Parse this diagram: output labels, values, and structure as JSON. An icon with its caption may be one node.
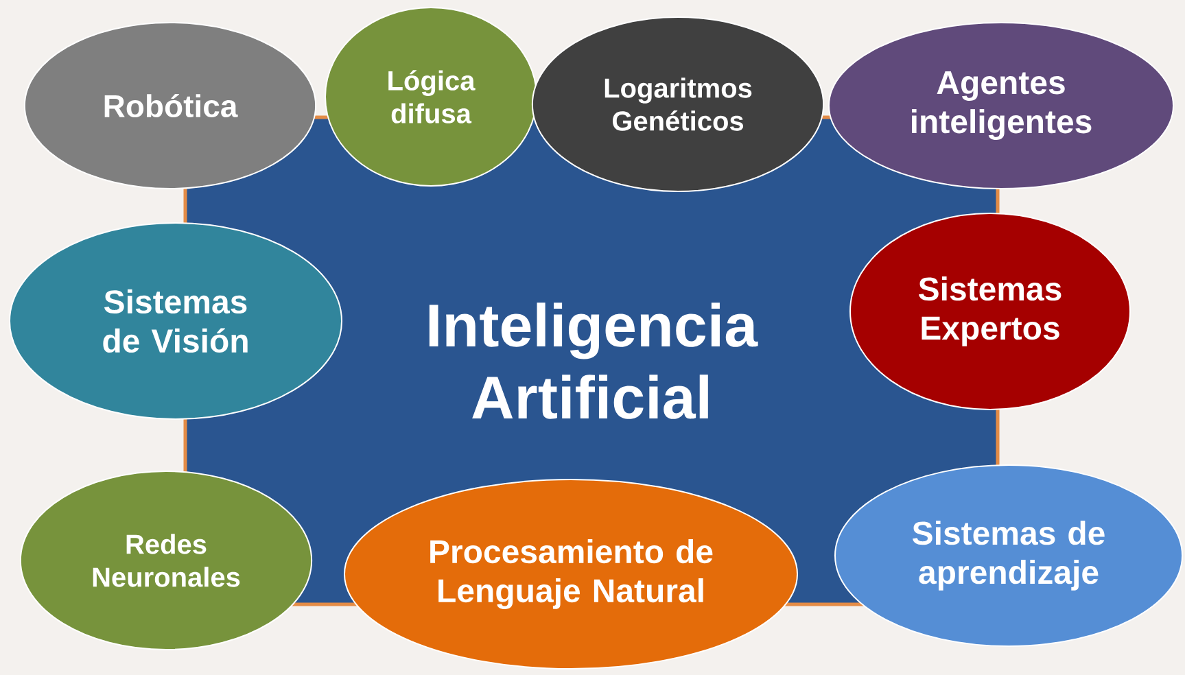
{
  "diagram": {
    "nodes": [
      {
        "text": [
          "Robótica"
        ]
      },
      {
        "text": [
          "Lógica difusa"
        ]
      },
      {
        "text": [
          "Logaritmos Genéticos"
        ]
      },
      {
        "text": [
          "Agentes inteligentes"
        ]
      },
      {
        "text": [
          "Sistemas de Visión"
        ]
      },
      {
        "text": [
          "Inteligencia Artificial"
        ]
      },
      {
        "text": [
          "Sistemas Expertos"
        ]
      },
      {
        "text": [
          "Redes Neuronales"
        ]
      },
      {
        "text": [
          "Procesamiento de Lenguaje Natural"
        ]
      },
      {
        "text": [
          "Sistemas de aprendizaje"
        ]
      }
    ]
  }
}
